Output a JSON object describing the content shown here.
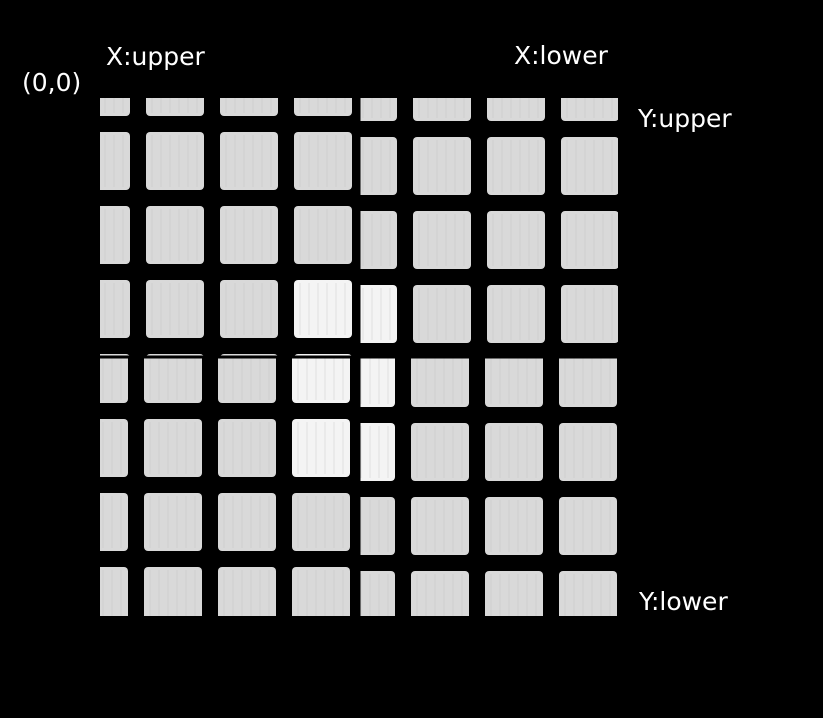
{
  "labels": {
    "origin": "(0,0)",
    "x_upper": "X:upper",
    "x_lower": "X:lower",
    "y_upper": "Y:upper",
    "y_lower": "Y:lower"
  },
  "image": {
    "description_colors": {
      "background": "#000000",
      "cell_fill": "#d9d9d9",
      "cell_fill_bright": "#f4f4f4",
      "text": "#ffffff"
    },
    "quadrants": 4,
    "cells_per_quadrant_row": 4,
    "cells_per_quadrant_col": 4
  }
}
